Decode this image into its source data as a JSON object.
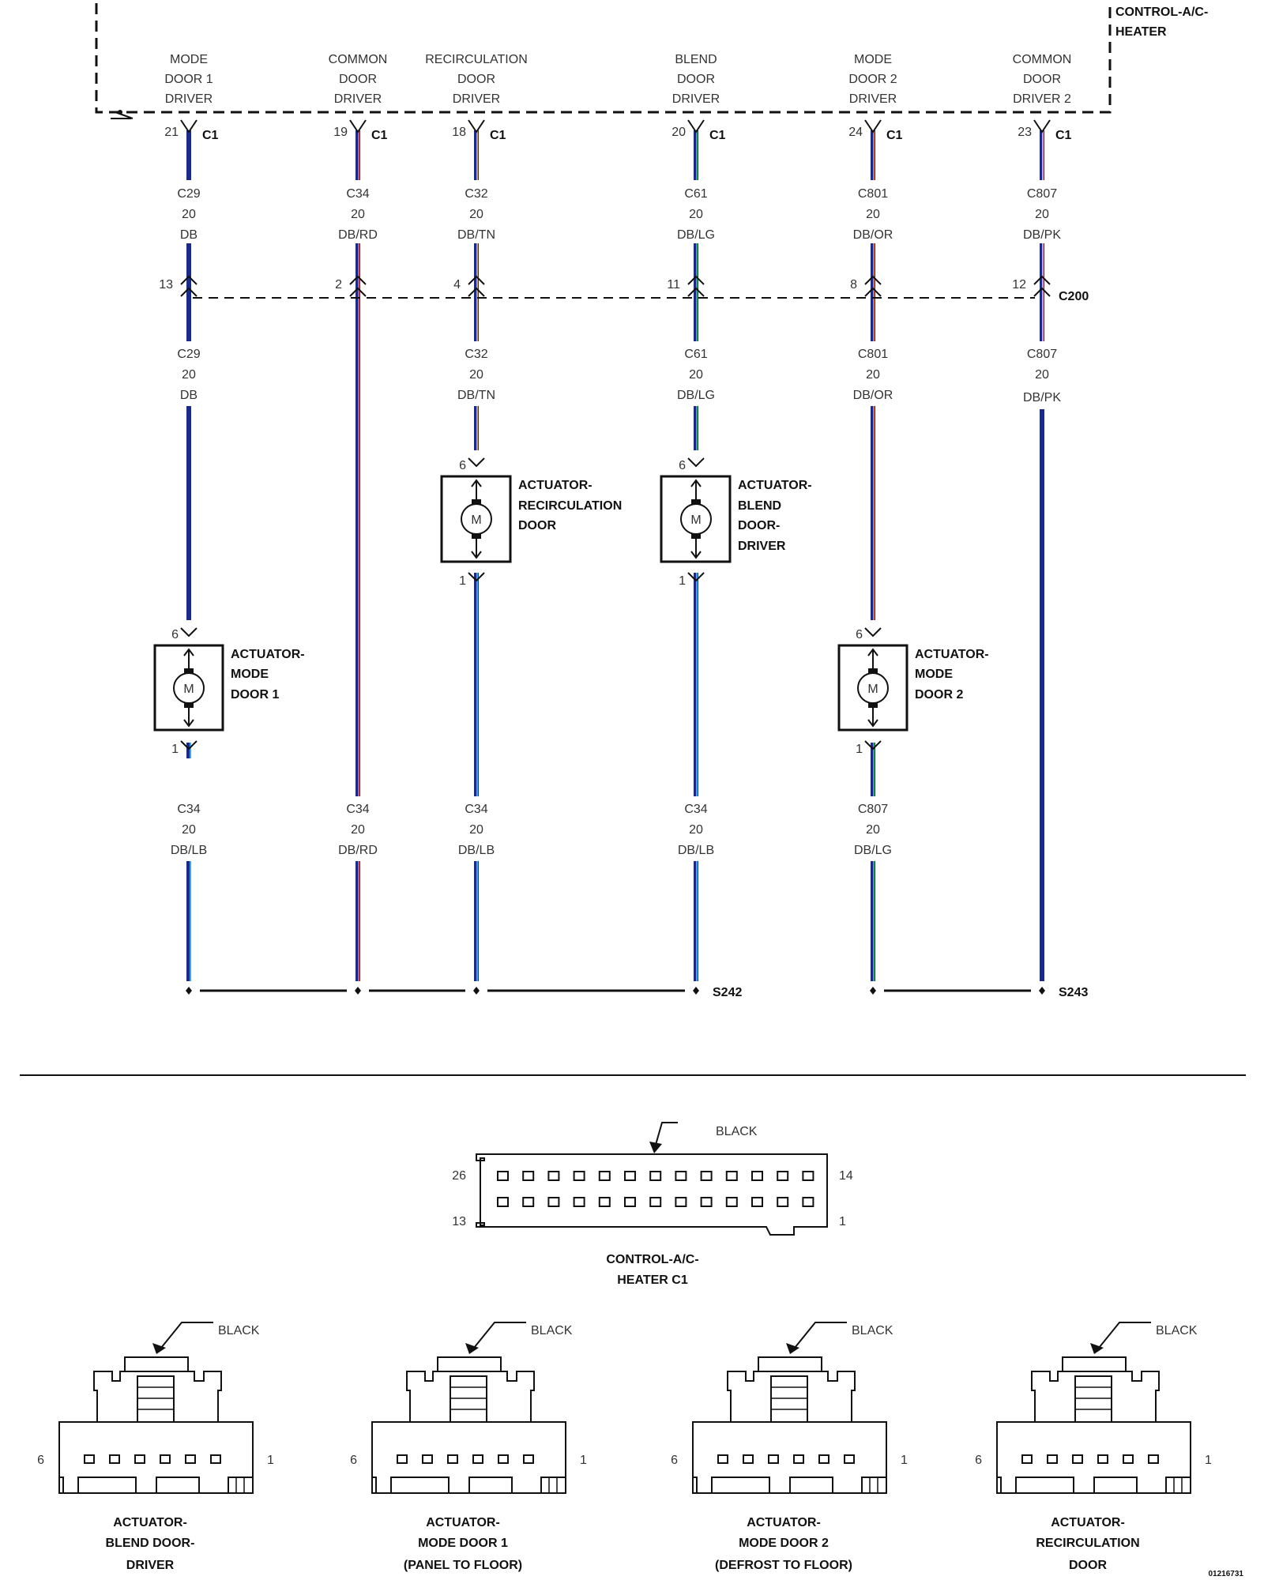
{
  "controller": {
    "title_lines": [
      "CONTROL-A/C-",
      "HEATER"
    ],
    "connector": "C1",
    "drivers": [
      {
        "lines": [
          "MODE",
          "DOOR 1",
          "DRIVER"
        ],
        "pin": "21"
      },
      {
        "lines": [
          "COMMON",
          "DOOR",
          "DRIVER"
        ],
        "pin": "19"
      },
      {
        "lines": [
          "RECIRCULATION",
          "DOOR",
          "DRIVER"
        ],
        "pin": "18"
      },
      {
        "lines": [
          "BLEND",
          "DOOR",
          "DRIVER"
        ],
        "pin": "20"
      },
      {
        "lines": [
          "MODE",
          "DOOR 2",
          "DRIVER"
        ],
        "pin": "24"
      },
      {
        "lines": [
          "COMMON",
          "DOOR",
          "DRIVER 2"
        ],
        "pin": "23"
      }
    ]
  },
  "wires_upper": [
    {
      "circuit": "C29",
      "gauge": "20",
      "color": "DB"
    },
    {
      "circuit": "C34",
      "gauge": "20",
      "color": "DB/RD"
    },
    {
      "circuit": "C32",
      "gauge": "20",
      "color": "DB/TN"
    },
    {
      "circuit": "C61",
      "gauge": "20",
      "color": "DB/LG"
    },
    {
      "circuit": "C801",
      "gauge": "20",
      "color": "DB/OR"
    },
    {
      "circuit": "C807",
      "gauge": "20",
      "color": "DB/PK"
    }
  ],
  "c200": {
    "label": "C200",
    "pins": [
      "13",
      "2",
      "4",
      "11",
      "8",
      "12"
    ]
  },
  "wires_middle": [
    {
      "circuit": "C29",
      "gauge": "20",
      "color": "DB"
    },
    {
      "circuit": "C32",
      "gauge": "20",
      "color": "DB/TN"
    },
    {
      "circuit": "C61",
      "gauge": "20",
      "color": "DB/LG"
    },
    {
      "circuit": "C801",
      "gauge": "20",
      "color": "DB/OR"
    },
    {
      "circuit": "C807",
      "gauge": "20",
      "color": "DB/PK"
    }
  ],
  "actuators": [
    {
      "id": "mode1",
      "lines": [
        "ACTUATOR-",
        "MODE",
        "DOOR 1"
      ],
      "pin_top": "6",
      "pin_bottom": "1",
      "motor": "M"
    },
    {
      "id": "recirc",
      "lines": [
        "ACTUATOR-",
        "RECIRCULATION",
        "DOOR"
      ],
      "pin_top": "6",
      "pin_bottom": "1",
      "motor": "M"
    },
    {
      "id": "blend",
      "lines": [
        "ACTUATOR-",
        "BLEND",
        "DOOR-",
        "DRIVER"
      ],
      "pin_top": "6",
      "pin_bottom": "1",
      "motor": "M"
    },
    {
      "id": "mode2",
      "lines": [
        "ACTUATOR-",
        "MODE",
        "DOOR 2"
      ],
      "pin_top": "6",
      "pin_bottom": "1",
      "motor": "M"
    }
  ],
  "wires_lower": [
    {
      "circuit": "C34",
      "gauge": "20",
      "color": "DB/LB"
    },
    {
      "circuit": "C34",
      "gauge": "20",
      "color": "DB/RD"
    },
    {
      "circuit": "C34",
      "gauge": "20",
      "color": "DB/LB"
    },
    {
      "circuit": "C34",
      "gauge": "20",
      "color": "DB/LB"
    },
    {
      "circuit": "C807",
      "gauge": "20",
      "color": "DB/LG"
    }
  ],
  "splices": {
    "s242": "S242",
    "s243": "S243"
  },
  "connector_view": {
    "color_label": "BLACK",
    "pins": {
      "top_left": "26",
      "bottom_left": "13",
      "top_right": "14",
      "bottom_right": "1"
    },
    "name_lines": [
      "CONTROL-A/C-",
      "HEATER C1"
    ]
  },
  "small_connectors": [
    {
      "color_label": "BLACK",
      "pin_left": "6",
      "pin_right": "1",
      "name_lines": [
        "ACTUATOR-",
        "BLEND DOOR-",
        "DRIVER"
      ]
    },
    {
      "color_label": "BLACK",
      "pin_left": "6",
      "pin_right": "1",
      "name_lines": [
        "ACTUATOR-",
        "MODE DOOR 1",
        "(PANEL TO FLOOR)"
      ]
    },
    {
      "color_label": "BLACK",
      "pin_left": "6",
      "pin_right": "1",
      "name_lines": [
        "ACTUATOR-",
        "MODE DOOR 2",
        "(DEFROST TO FLOOR)"
      ]
    },
    {
      "color_label": "BLACK",
      "pin_left": "6",
      "pin_right": "1",
      "name_lines": [
        "ACTUATOR-",
        "RECIRCULATION",
        "DOOR"
      ]
    }
  ],
  "figure_id": "01216731",
  "colors": {
    "db": "#1a2a8a",
    "rd": "#e0505a",
    "tn": "#c8a070",
    "lg": "#30b060",
    "or": "#e07040",
    "pk": "#e89aa8",
    "lb": "#3aa8e8",
    "line": "#111111"
  }
}
